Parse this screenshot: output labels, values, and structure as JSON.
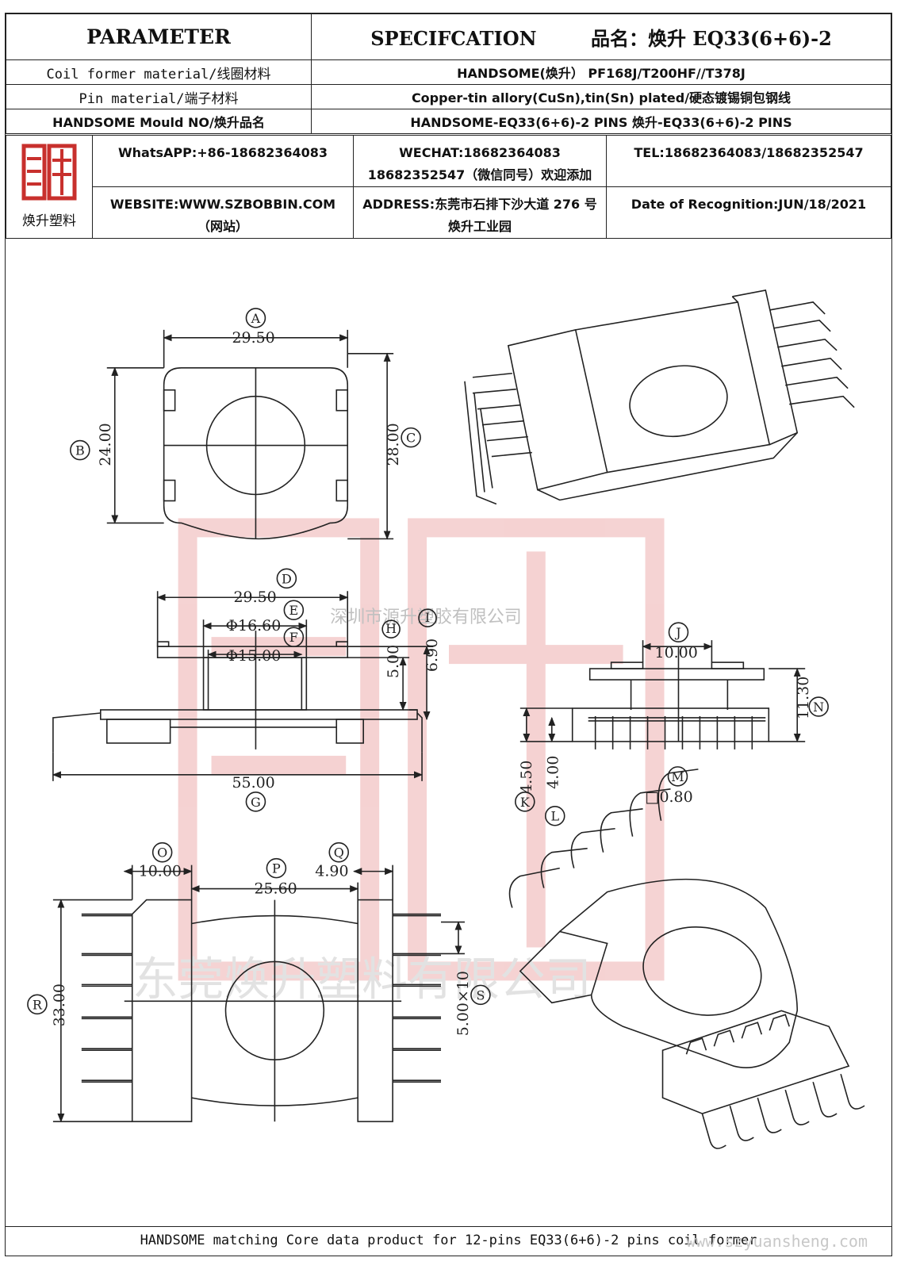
{
  "header": {
    "parameter": "PARAMETER",
    "specification": "SPECIFCATION",
    "product_name": "品名：焕升 EQ33(6+6)-2"
  },
  "rows": [
    {
      "label": "Coil former material/线圈材料",
      "value": "HANDSOME(焕升）  PF168J/T200HF//T378J"
    },
    {
      "label": "Pin material/端子材料",
      "value": "Copper-tin allory(CuSn),tin(Sn) plated/硬态镀锡铜包钢线"
    },
    {
      "label": "HANDSOME Mould NO/焕升品名",
      "value": "HANDSOME-EQ33(6+6)-2 PINS    焕升-EQ33(6+6)-2 PINS"
    }
  ],
  "contact": {
    "logo_text": "焕升塑料",
    "whatsapp": "WhatsAPP:+86-18682364083",
    "wechat": "WECHAT:18682364083 18682352547（微信同号）欢迎添加",
    "tel": "TEL:18682364083/18682352547",
    "website": "WEBSITE:WWW.SZBOBBIN.COM（网站）",
    "address": "ADDRESS:东莞市石排下沙大道 276 号焕升工业园",
    "date": "Date of Recognition:JUN/18/2021"
  },
  "watermarks": {
    "company_1": "深圳市源升塑胶有限公司",
    "company_2": "东莞焕升塑料有限公司",
    "website": "www.szyuansheng.com"
  },
  "dimensions": {
    "A": "29.50",
    "B": "24.00",
    "C": "28.00",
    "D": "29.50",
    "E": "Φ16.60",
    "F": "Φ15.00",
    "G": "55.00",
    "H": "5.00",
    "I": "6.90",
    "J": "10.00",
    "K": "4.50",
    "L": "4.00",
    "M": "□0.80",
    "N": "11.30",
    "O": "10.00",
    "P": "25.60",
    "Q": "4.90",
    "R": "33.00",
    "S": "5.00×10"
  },
  "footer": "HANDSOME matching Core data  product for 12-pins EQ33(6+6)-2 pins coil former"
}
